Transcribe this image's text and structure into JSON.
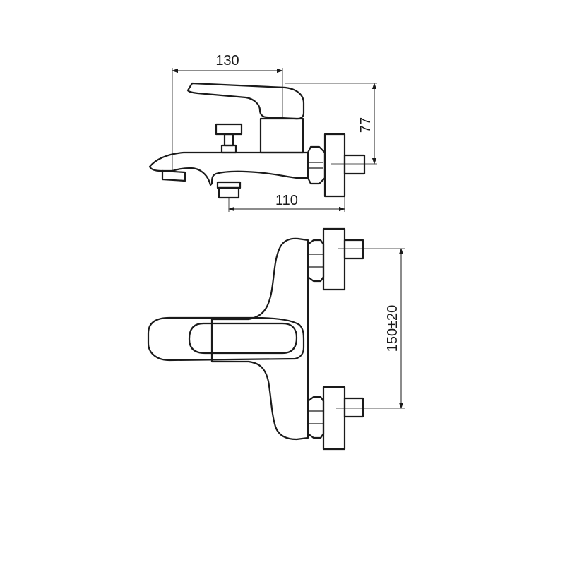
{
  "dimensions": {
    "width_top": "130",
    "height_right": "77",
    "depth_bottom": "110",
    "inlet_spacing": "150±20"
  },
  "colors": {
    "line": "#1a1a1a",
    "background": "#ffffff"
  }
}
